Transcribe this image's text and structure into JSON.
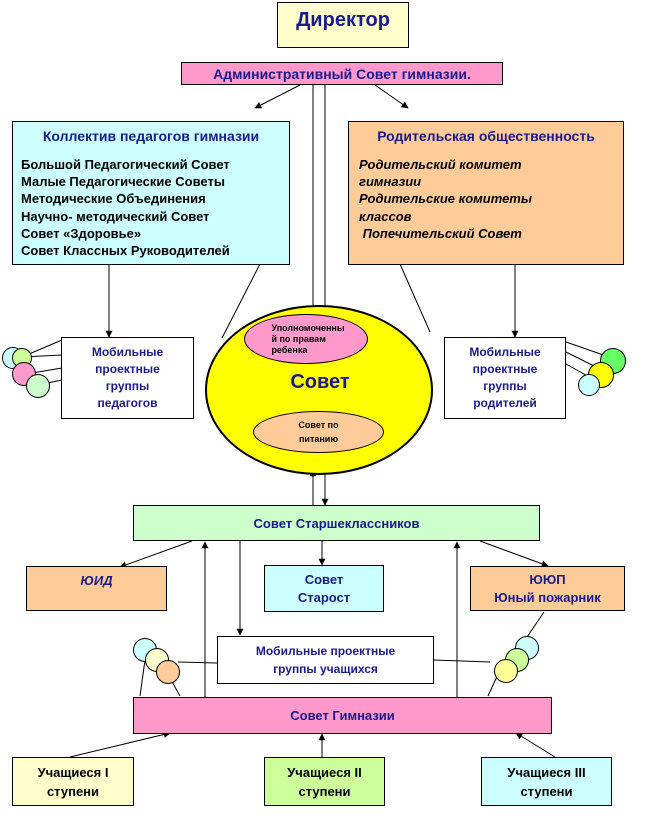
{
  "director": "Директор",
  "admin_council": "Административный Совет гимназии.",
  "teachers": {
    "title": "Коллектив педагогов гимназии",
    "items": [
      "Большой Педагогический Совет",
      "Малые Педагогические Советы",
      "Методические Объединения",
      "Научно- методический Совет",
      "Совет «Здоровье»",
      "Совет Классных Руководителей"
    ]
  },
  "parents": {
    "title": "Родительская общественность",
    "items": [
      "Родительский комитет",
      "гимназии",
      "Родительские комитеты",
      "классов",
      " Попечительский Совет"
    ]
  },
  "mobile_teachers": "Мобильные\nпроектные\nгруппы\nпедагогов",
  "mobile_parents": "Мобильные\nпроектные\nгруппы\nродителей",
  "council": {
    "title": "Совет",
    "ombudsman": "Уполномоченны\nй по правам\nребенка",
    "nutrition": "Совет по\nпитанию"
  },
  "seniors_council": "Совет Старшеклассников",
  "yuid": "ЮИД",
  "elders_council": "Совет\nСтарост",
  "yup": "ЮЮП\nЮный пожарник",
  "mobile_students": "Мобильные проектные\nгруппы учащихся",
  "gymnasium_council": "Совет Гимназии",
  "students": [
    "Учащиеся I\nступени",
    "Учащиеся II\nступени",
    "Учащиеся III\nступени"
  ],
  "colors": {
    "yellow_light": "#ffffcc",
    "magenta_light": "#ff99cc",
    "cyan_light": "#ccffff",
    "peach": "#ffcc99",
    "green_light": "#ccffcc",
    "yellow": "#ffff00",
    "pink": "#ff99cc",
    "lime": "#ccff99",
    "title_blue": "#1a1a8c"
  }
}
